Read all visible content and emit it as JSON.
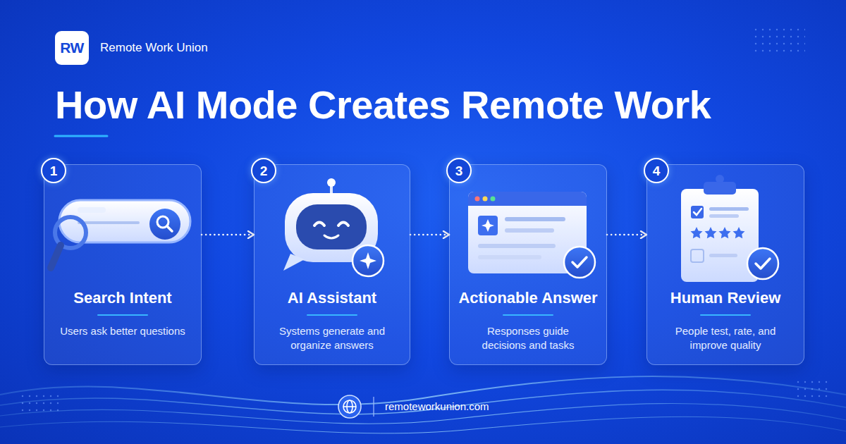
{
  "diagram": {
    "title": "How AI Mode Creates Remote Work",
    "nodes": [
      {
        "text": [
          "RW"
        ]
      },
      {
        "text": [
          "Search Intent",
          "Users ask better questions"
        ]
      },
      {
        "text": [
          "1"
        ],
        "in": 1
      },
      {
        "text": [
          "AI Assistant",
          "Systems generate and organize answers"
        ]
      },
      {
        "text": [
          "2"
        ],
        "in": 3
      },
      {
        "text": [
          "Actionable Answer",
          "Responses guide decisions and tasks"
        ]
      },
      {
        "text": [
          "3"
        ],
        "in": 5
      },
      {
        "text": [
          "Human Review",
          "People test, rate, and improve quality"
        ]
      },
      {
        "text": [
          "4"
        ],
        "in": 7
      }
    ],
    "edges": [
      {
        "from": 1,
        "to": 3,
        "arrow": "to"
      },
      {
        "from": 3,
        "to": 5,
        "arrow": "to"
      },
      {
        "from": 5,
        "to": 7,
        "arrow": "to"
      }
    ],
    "labels": [
      "Remote Work Union",
      "remoteworkunion.com"
    ]
  }
}
